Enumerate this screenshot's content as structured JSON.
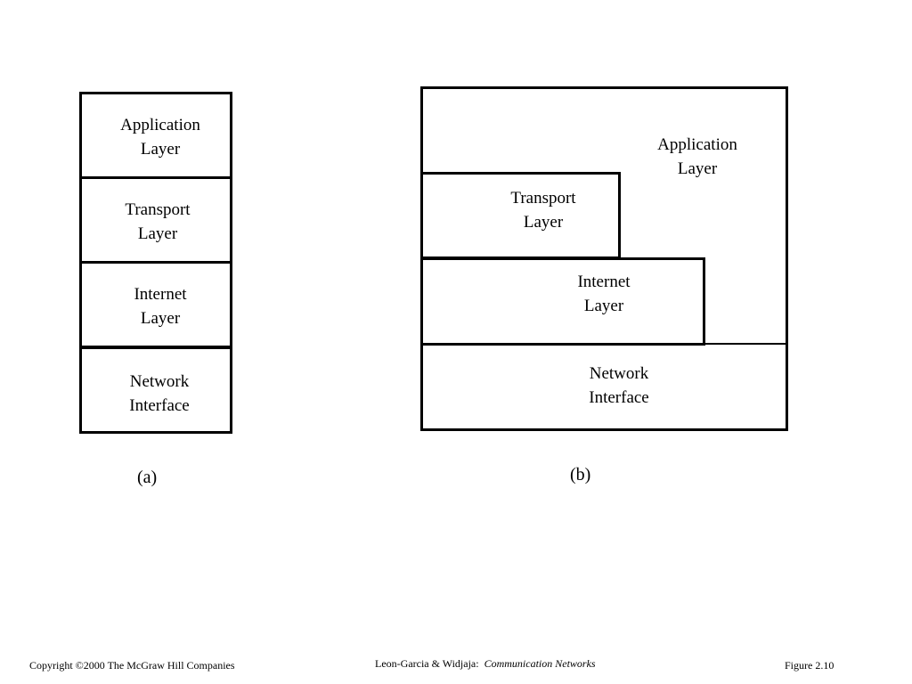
{
  "diagram_a": {
    "layers": [
      {
        "line1": "Application",
        "line2": "Layer"
      },
      {
        "line1": "Transport",
        "line2": "Layer"
      },
      {
        "line1": "Internet",
        "line2": "Layer"
      },
      {
        "line1": "Network",
        "line2": "Interface"
      }
    ],
    "caption": "(a)"
  },
  "diagram_b": {
    "application": {
      "line1": "Application",
      "line2": "Layer"
    },
    "transport": {
      "line1": "Transport",
      "line2": "Layer"
    },
    "internet": {
      "line1": "Internet",
      "line2": "Layer"
    },
    "network": {
      "line1": "Network",
      "line2": "Interface"
    },
    "caption": "(b)"
  },
  "footer": {
    "copyright": "Copyright ©2000 The McGraw Hill Companies",
    "authors": "Leon-Garcia & Widjaja:",
    "book": "Communication Networks",
    "figure": "Figure 2.10"
  }
}
